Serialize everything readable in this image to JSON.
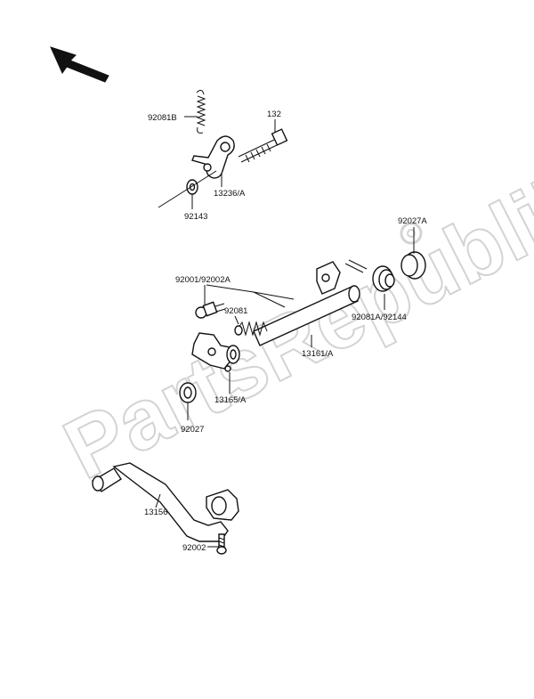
{
  "watermark": "PartsRepublik",
  "labels": {
    "p92081B": "92081B",
    "p132": "132",
    "p13236A": "13236/A",
    "p92143": "92143",
    "p92027A": "92027A",
    "p92001": "92001/92002A",
    "p92081": "92081",
    "p92081A": "92081A/92144",
    "p13161A": "13161/A",
    "p13165A": "13165/A",
    "p92027": "92027",
    "p13156": "13156",
    "p92002": "92002"
  }
}
